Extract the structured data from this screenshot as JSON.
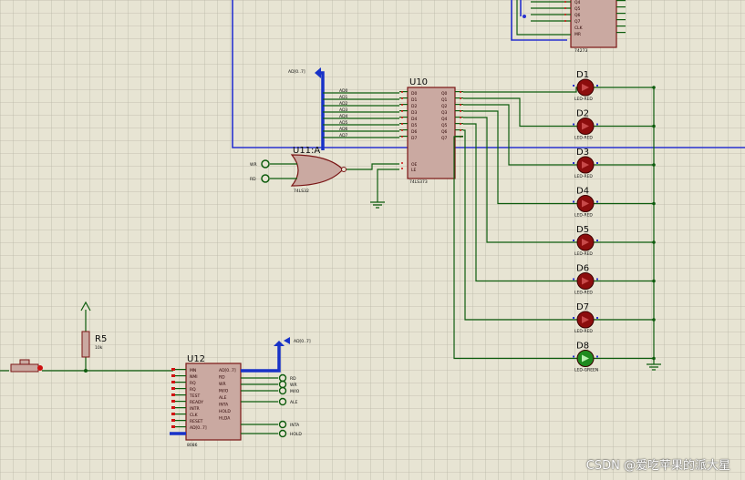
{
  "labels": {
    "u10": "U10",
    "u10_part": "74LS373",
    "u11": "U11:A",
    "u11_part": "74LS32",
    "u12": "U12",
    "u12_part": "8086",
    "r5": "R5",
    "r5_value": "10k",
    "top_bus": "AD[0..7]",
    "u12_bus": "AD[0..7]",
    "wr": "WR",
    "rd": "RD",
    "ad_nets": [
      "AD0",
      "AD1",
      "AD2",
      "AD3",
      "AD4",
      "AD5",
      "AD6",
      "AD7"
    ],
    "u10_in_pins": [
      "D0",
      "D1",
      "D2",
      "D3",
      "D4",
      "D5",
      "D6",
      "D7"
    ],
    "u10_out_pins": [
      "Q0",
      "Q1",
      "Q2",
      "Q3",
      "Q4",
      "Q5",
      "Q6",
      "Q7"
    ],
    "u10_ctrl_pins": [
      "OE",
      "LE"
    ],
    "u12_left_pins": [
      "MN",
      "NMI",
      "RQ",
      "RQ",
      "TEST",
      "READY",
      "INTR",
      "CLK",
      "RESET",
      "AD[0..7]"
    ],
    "u12_right_pins": [
      "AD[0..7]",
      "RD",
      "WR",
      "M/IO",
      "ALE",
      "INTA",
      "HOLD",
      "HLDA"
    ],
    "u12_right_nets": [
      "RD",
      "WR",
      "M/IO",
      "ALE",
      "INTA",
      "HOLD"
    ],
    "top_chip_pins": [
      "Q4",
      "Q5",
      "Q6",
      "Q7",
      "CLK",
      "MR"
    ],
    "top_chip_part": "74273",
    "leds": [
      "D1",
      "D2",
      "D3",
      "D4",
      "D5",
      "D6",
      "D7",
      "D8"
    ],
    "led_part": "LED-RED",
    "led_part_green": "LED-GREEN"
  },
  "colors": {
    "background": "#e7e4d3",
    "grid": "#b9b6a6",
    "wire": "#0d5c0d",
    "bus": "#1832c8",
    "chip_fill": "#caa9a1",
    "chip_outline": "#7a1515",
    "led_red": "#8c0d0d",
    "led_green": "#1f8a1f"
  },
  "watermark": "CSDN @爱吃苹果的派大星"
}
